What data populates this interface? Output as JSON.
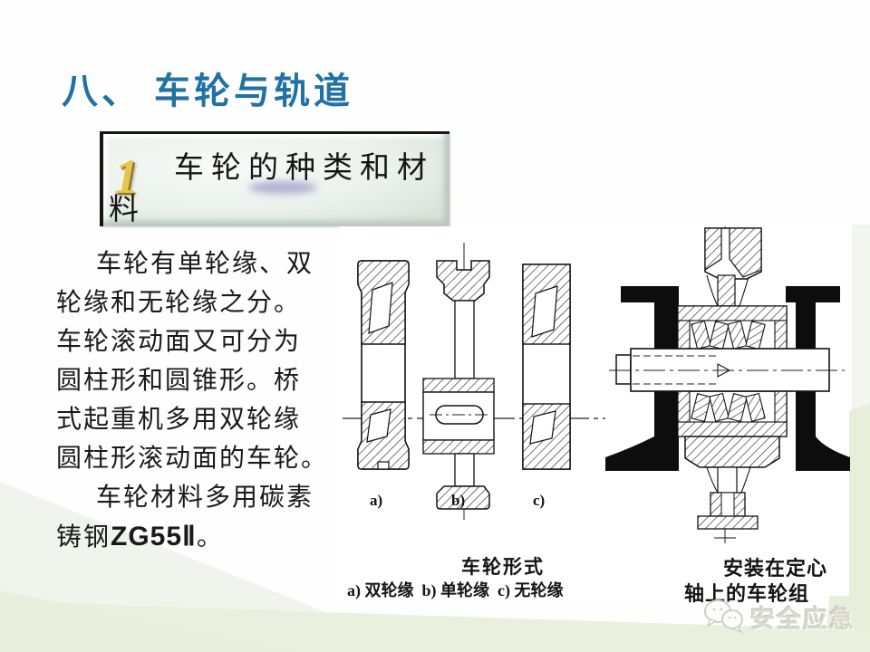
{
  "slide": {
    "title": "八、 车轮与轨道",
    "banner": {
      "number": "1",
      "title_line1": "车轮的种类和材",
      "title_line2": "料"
    },
    "body": {
      "paragraph1_lines": [
        "车轮有单轮缘、双",
        "轮缘和无轮缘之分。",
        "车轮滚动面又可分为",
        "圆柱形和圆锥形。桥",
        "式起重机多用双轮缘",
        "圆柱形滚动面的车轮。"
      ],
      "paragraph2_line1": "车轮材料多用碳素",
      "paragraph2_line2_prefix": "铸钢",
      "paragraph2_code": "ZG55Ⅱ",
      "paragraph2_suffix": "。"
    },
    "figure_wheel_types": {
      "labels": [
        "a)",
        "b)",
        "c)"
      ],
      "caption_title": "车轮形式",
      "caption_legend": "a) 双轮缘  b) 单轮缘  c) 无轮缘"
    },
    "figure_wheel_assembly": {
      "caption_line1": "安装在定心",
      "caption_line2": "轴上的车轮组"
    },
    "watermark": {
      "text": "安全应急"
    },
    "colors": {
      "title_blue": "#2072a4",
      "number_gold": "#e3c550",
      "smudge_purple": "#9c92c8",
      "band_gray": "#f1f4ec",
      "band_green": "#e9efdc",
      "watermark_gray": "#d9d9ce"
    }
  }
}
